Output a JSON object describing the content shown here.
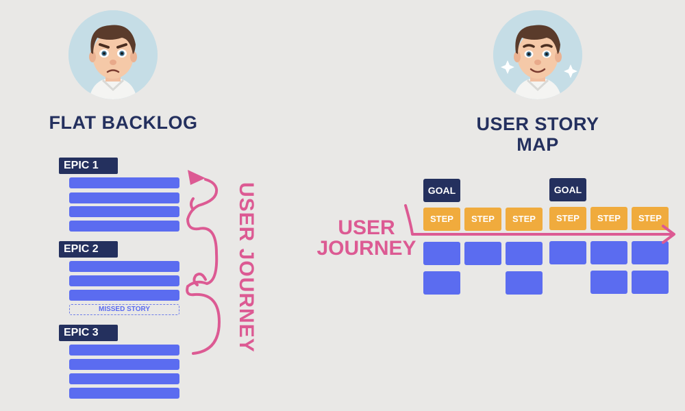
{
  "left": {
    "heading": "FLAT BACKLOG",
    "epics": [
      {
        "label": "EPIC 1"
      },
      {
        "label": "EPIC 2"
      },
      {
        "label": "EPIC 3"
      }
    ],
    "missed_story": "MISSED STORY",
    "journey_label": "USER JOURNEY"
  },
  "right": {
    "heading_line1": "USER STORY",
    "heading_line2": "MAP",
    "goal_label": "GOAL",
    "step_label": "STEP",
    "journey_line1": "USER",
    "journey_line2": "JOURNEY"
  },
  "colors": {
    "background": "#e9e8e6",
    "navy": "#24305e",
    "story_blue": "#5b6cf0",
    "step_orange": "#f0ab3d",
    "journey_pink": "#dc5a93"
  },
  "icons": {
    "left_avatar": "worried-man-avatar-icon",
    "right_avatar": "happy-man-avatar-icon"
  }
}
